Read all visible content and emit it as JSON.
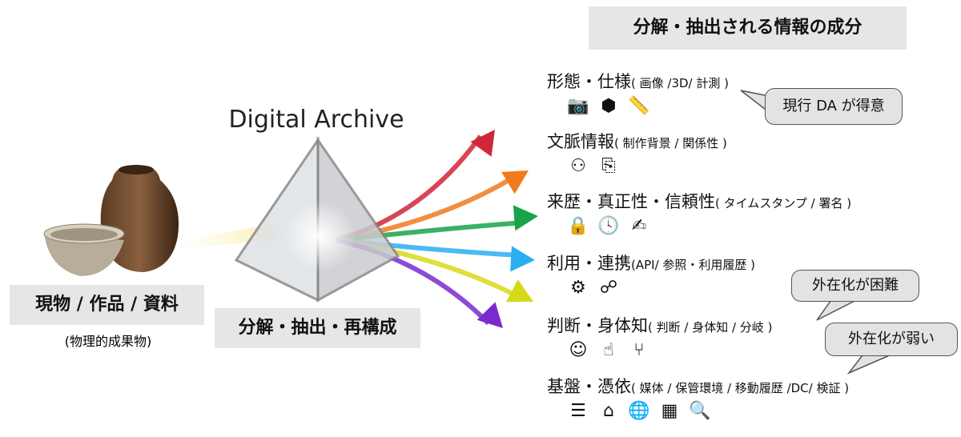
{
  "heading": "分解・抽出される情報の成分",
  "left": {
    "label": "現物 / 作品 / 資料",
    "sublabel": "(物理的成果物)"
  },
  "center": {
    "title": "Digital Archive",
    "label": "分解・抽出・再構成"
  },
  "arrow_colors": [
    "#d0263a",
    "#f07a1e",
    "#1aa34a",
    "#2aaef0",
    "#d8d81a",
    "#7a2ad0"
  ],
  "items": [
    {
      "title": "形態・仕様",
      "sub": "( 画像 /3D/ 計測 )",
      "icons": [
        "camera-icon",
        "cube-3d-icon",
        "ruler-icon"
      ]
    },
    {
      "title": "文脈情報",
      "sub": "( 制作背景 / 関係性 )",
      "icons": [
        "org-chart-icon",
        "linked-documents-icon"
      ]
    },
    {
      "title": "来歴・真正性・信頼性",
      "sub": "( タイムスタンプ / 署名 )",
      "icons": [
        "lock-icon",
        "clock-icon",
        "signed-document-icon"
      ]
    },
    {
      "title": "利用・連携",
      "sub": "(API/ 参照・利用履歴 )",
      "icons": [
        "gears-sync-icon",
        "network-user-icon"
      ]
    },
    {
      "title": "判断・身体知",
      "sub": "( 判断 / 身体知 / 分岐 )",
      "icons": [
        "head-brain-icon",
        "hand-select-icon",
        "branch-arrows-icon"
      ]
    },
    {
      "title": "基盤・憑依",
      "sub": "( 媒体 / 保管環境 / 移動履歴 /DC/ 検証 )",
      "icons": [
        "server-icon",
        "storage-room-icon",
        "globe-location-icon",
        "building-icon",
        "document-search-icon"
      ]
    }
  ],
  "callouts": [
    "現行 DA が得意",
    "外在化が困難",
    "外在化が弱い"
  ]
}
